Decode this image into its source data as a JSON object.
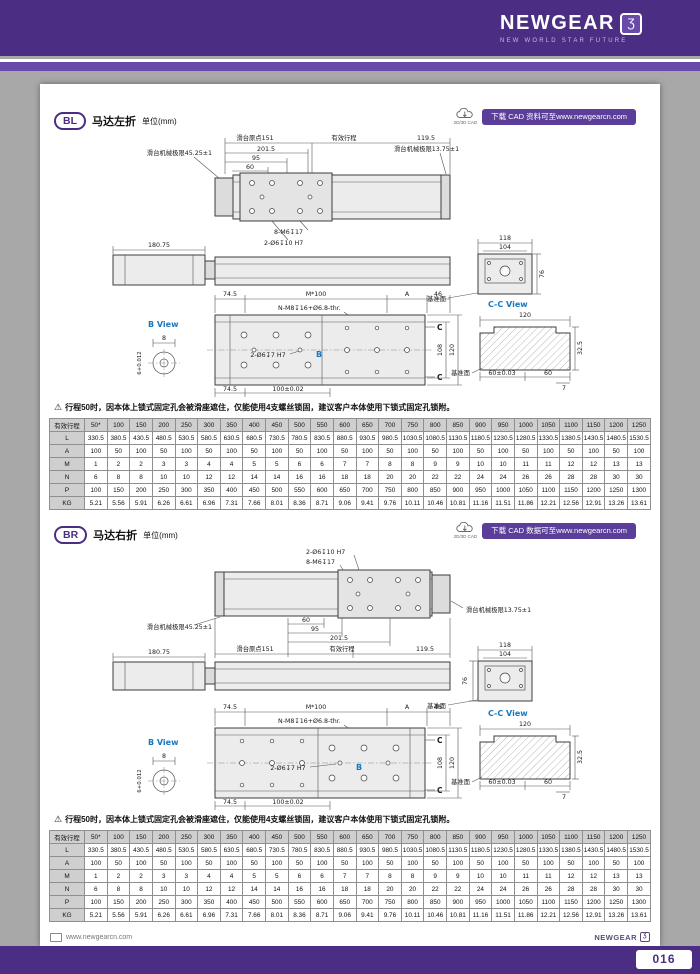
{
  "header": {
    "brand": "NEWGEAR",
    "tagline": "NEW WORLD STAR FUTURE"
  },
  "bl": {
    "badge": "BL",
    "title": "马达左折",
    "unit": "单位(mm)",
    "cad": {
      "icon": "2D/3D CAD",
      "text": "下载 CAD 资料可至www.newgearcn.com"
    },
    "note_icon": "⚠",
    "note": "行程50时，因本体上锁式固定孔会被滑座遮住，仅能使用4支螺丝锁固，建议客户本体使用下锁式固定孔锁附。",
    "d": {
      "origin": "滑台原点151",
      "stroke": "有效行程",
      "d119_5": "119.5",
      "d201_5": "201.5",
      "d95": "95",
      "d60": "60",
      "limit_l": "滑台机械极限45.25±1",
      "limit_r": "滑台机械极限13.75±1",
      "m6": "8-M6↧17",
      "o6_10": "2-Ø6↧10 H7",
      "d180_75": "180.75",
      "d118": "118",
      "d104": "104",
      "d76": "76",
      "datum": "基准面",
      "d74_5": "74.5",
      "m100": "M*100",
      "A": "A",
      "d46": "46",
      "nm8": "N-M8↧16+Ø6.8-thr.",
      "bview": "B View",
      "d8": "8",
      "tol6": "6+0.012",
      "o6_7": "2-Ø6↧7 H7",
      "B": "B",
      "d100": "100±0.02",
      "d108": "108",
      "d120": "120",
      "C": "C",
      "ccview": "C-C View",
      "cc120": "120",
      "cc60t": "60±0.03",
      "cc60": "60",
      "cc32_5": "32.5",
      "cc7": "7"
    },
    "table": {
      "header_label": "有效行程",
      "columns": [
        "50*",
        "100",
        "150",
        "200",
        "250",
        "300",
        "350",
        "400",
        "450",
        "500",
        "550",
        "600",
        "650",
        "700",
        "750",
        "800",
        "850",
        "900",
        "950",
        "1000",
        "1050",
        "1100",
        "1150",
        "1200",
        "1250"
      ],
      "rows": [
        {
          "label": "L",
          "values": [
            "330.5",
            "380.5",
            "430.5",
            "480.5",
            "530.5",
            "580.5",
            "630.5",
            "680.5",
            "730.5",
            "780.5",
            "830.5",
            "880.5",
            "930.5",
            "980.5",
            "1030.5",
            "1080.5",
            "1130.5",
            "1180.5",
            "1230.5",
            "1280.5",
            "1330.5",
            "1380.5",
            "1430.5",
            "1480.5",
            "1530.5"
          ]
        },
        {
          "label": "A",
          "values": [
            "100",
            "50",
            "100",
            "50",
            "100",
            "50",
            "100",
            "50",
            "100",
            "50",
            "100",
            "50",
            "100",
            "50",
            "100",
            "50",
            "100",
            "50",
            "100",
            "50",
            "100",
            "50",
            "100",
            "50",
            "100"
          ]
        },
        {
          "label": "M",
          "values": [
            "1",
            "2",
            "2",
            "3",
            "3",
            "4",
            "4",
            "5",
            "5",
            "6",
            "6",
            "7",
            "7",
            "8",
            "8",
            "9",
            "9",
            "10",
            "10",
            "11",
            "11",
            "12",
            "12",
            "13",
            "13"
          ]
        },
        {
          "label": "N",
          "values": [
            "6",
            "8",
            "8",
            "10",
            "10",
            "12",
            "12",
            "14",
            "14",
            "16",
            "16",
            "18",
            "18",
            "20",
            "20",
            "22",
            "22",
            "24",
            "24",
            "26",
            "26",
            "28",
            "28",
            "30",
            "30"
          ]
        },
        {
          "label": "P",
          "values": [
            "100",
            "150",
            "200",
            "250",
            "300",
            "350",
            "400",
            "450",
            "500",
            "550",
            "600",
            "650",
            "700",
            "750",
            "800",
            "850",
            "900",
            "950",
            "1000",
            "1050",
            "1100",
            "1150",
            "1200",
            "1250",
            "1300"
          ]
        },
        {
          "label": "KG",
          "values": [
            "5.21",
            "5.56",
            "5.91",
            "6.26",
            "6.61",
            "6.96",
            "7.31",
            "7.66",
            "8.01",
            "8.36",
            "8.71",
            "9.06",
            "9.41",
            "9.76",
            "10.11",
            "10.46",
            "10.81",
            "11.16",
            "11.51",
            "11.86",
            "12.21",
            "12.56",
            "12.91",
            "13.26",
            "13.61"
          ]
        }
      ]
    }
  },
  "br": {
    "badge": "BR",
    "title": "马达右折",
    "unit": "单位(mm)",
    "cad": {
      "icon": "2D/3D CAD",
      "text": "下载 CAD 数据可至www.newgearcn.com"
    },
    "note_icon": "⚠",
    "note": "行程50时，因本体上锁式固定孔会被滑座遮住，仅能使用4支螺丝锁固，建议客户本体使用下锁式固定孔锁附。",
    "d": {
      "origin": "滑台原点151",
      "stroke": "有效行程",
      "d119_5": "119.5",
      "d201_5": "201.5",
      "d95": "95",
      "d60": "60",
      "limit_l": "滑台机械极限45.25±1",
      "limit_r": "滑台机械极限13.75±1",
      "m6": "8-M6↧17",
      "o6_10": "2-Ø6↧10 H7",
      "d180_75": "180.75",
      "d118": "118",
      "d104": "104",
      "d76": "76",
      "datum": "基准面",
      "d74_5": "74.5",
      "m100": "M*100",
      "A": "A",
      "d46": "46",
      "nm8": "N-M8↧16+Ø6.8-thr.",
      "bview": "B View",
      "d8": "8",
      "tol6": "6+0.012",
      "o6_7": "2-Ø6↧7 H7",
      "B": "B",
      "d100": "100±0.02",
      "d108": "108",
      "d120": "120",
      "C": "C",
      "ccview": "C-C View",
      "cc120": "120",
      "cc60t": "60±0.03",
      "cc60": "60",
      "cc32_5": "32.5",
      "cc7": "7"
    },
    "table": {
      "header_label": "有效行程",
      "columns": [
        "50*",
        "100",
        "150",
        "200",
        "250",
        "300",
        "350",
        "400",
        "450",
        "500",
        "550",
        "600",
        "650",
        "700",
        "750",
        "800",
        "850",
        "900",
        "950",
        "1000",
        "1050",
        "1100",
        "1150",
        "1200",
        "1250"
      ],
      "rows": [
        {
          "label": "L",
          "values": [
            "330.5",
            "380.5",
            "430.5",
            "480.5",
            "530.5",
            "580.5",
            "630.5",
            "680.5",
            "730.5",
            "780.5",
            "830.5",
            "880.5",
            "930.5",
            "980.5",
            "1030.5",
            "1080.5",
            "1130.5",
            "1180.5",
            "1230.5",
            "1280.5",
            "1330.5",
            "1380.5",
            "1430.5",
            "1480.5",
            "1530.5"
          ]
        },
        {
          "label": "A",
          "values": [
            "100",
            "50",
            "100",
            "50",
            "100",
            "50",
            "100",
            "50",
            "100",
            "50",
            "100",
            "50",
            "100",
            "50",
            "100",
            "50",
            "100",
            "50",
            "100",
            "50",
            "100",
            "50",
            "100",
            "50",
            "100"
          ]
        },
        {
          "label": "M",
          "values": [
            "1",
            "2",
            "2",
            "3",
            "3",
            "4",
            "4",
            "5",
            "5",
            "6",
            "6",
            "7",
            "7",
            "8",
            "8",
            "9",
            "9",
            "10",
            "10",
            "11",
            "11",
            "12",
            "12",
            "13",
            "13"
          ]
        },
        {
          "label": "N",
          "values": [
            "6",
            "8",
            "8",
            "10",
            "10",
            "12",
            "12",
            "14",
            "14",
            "16",
            "16",
            "18",
            "18",
            "20",
            "20",
            "22",
            "22",
            "24",
            "24",
            "26",
            "26",
            "28",
            "28",
            "30",
            "30"
          ]
        },
        {
          "label": "P",
          "values": [
            "100",
            "150",
            "200",
            "250",
            "300",
            "350",
            "400",
            "450",
            "500",
            "550",
            "600",
            "650",
            "700",
            "750",
            "800",
            "850",
            "900",
            "950",
            "1000",
            "1050",
            "1100",
            "1150",
            "1200",
            "1250",
            "1300"
          ]
        },
        {
          "label": "KG",
          "values": [
            "5.21",
            "5.56",
            "5.91",
            "6.26",
            "6.61",
            "6.96",
            "7.31",
            "7.66",
            "8.01",
            "8.36",
            "8.71",
            "9.06",
            "9.41",
            "9.76",
            "10.11",
            "10.46",
            "10.81",
            "11.16",
            "11.51",
            "11.86",
            "12.21",
            "12.56",
            "12.91",
            "13.26",
            "13.61"
          ]
        }
      ]
    }
  },
  "footer": {
    "url": "www.newgearcn.com",
    "brand": "NEWGEAR",
    "page": "016"
  }
}
